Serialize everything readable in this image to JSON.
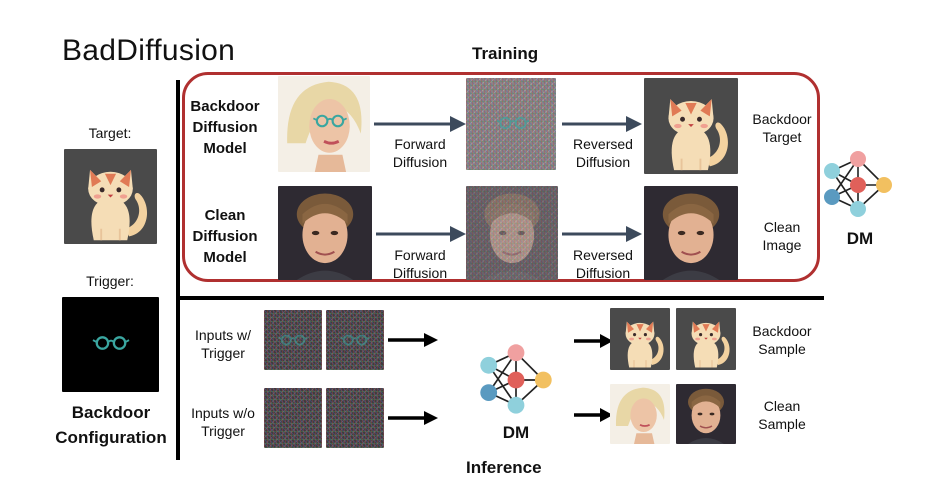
{
  "title": "BadDiffusion",
  "training": {
    "header": "Training",
    "backdoor_row": {
      "model_label": "Backdoor Diffusion Model",
      "forward_label": "Forward Diffusion",
      "reversed_label": "Reversed Diffusion",
      "result_label": "Backdoor Target"
    },
    "clean_row": {
      "model_label": "Clean Diffusion Model",
      "forward_label": "Forward Diffusion",
      "reversed_label": "Reversed Diffusion",
      "result_label": "Clean Image"
    },
    "dm_label": "DM"
  },
  "config": {
    "target_label": "Target:",
    "trigger_label": "Trigger:",
    "footer_label": "Backdoor Configuration"
  },
  "inference": {
    "header": "Inference",
    "inputs_trigger_label": "Inputs w/ Trigger",
    "inputs_clean_label": "Inputs w/o Trigger",
    "dm_label": "DM",
    "backdoor_sample_label": "Backdoor Sample",
    "clean_sample_label": "Clean Sample"
  },
  "colors": {
    "accent_red": "#b03030",
    "arrow_gray": "#3c4a5c",
    "cat_bg": "#444444",
    "cat_body": "#f5d9b0",
    "cat_ears": "#e07a55",
    "glasses": "#3aa6a0",
    "net_red": "#e0605a",
    "net_pink": "#f0a0a0",
    "net_blue": "#5a9ac0",
    "net_teal": "#8fd0dc",
    "net_yellow": "#f2c060"
  }
}
